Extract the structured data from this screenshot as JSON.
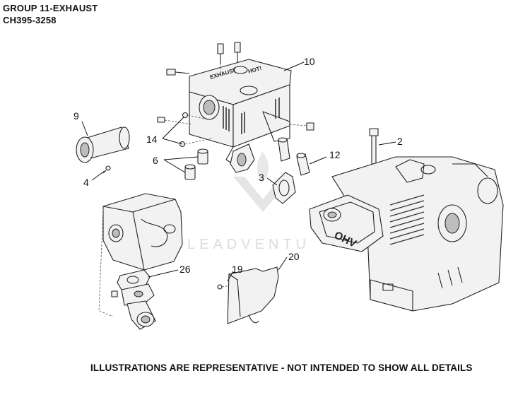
{
  "header": {
    "group_title": "GROUP 11-EXHAUST",
    "model": "CH395-3258"
  },
  "footer": {
    "disclaimer": "ILLUSTRATIONS ARE REPRESENTATIVE - NOT INTENDED TO SHOW ALL DETAILS"
  },
  "watermark": {
    "text": "LEADVENTU"
  },
  "callouts": {
    "c10": "10",
    "c9": "9",
    "c14": "14",
    "c6": "6",
    "c4": "4",
    "c2": "2",
    "c12": "12",
    "c3": "3",
    "c20": "20",
    "c19": "19",
    "c26": "26"
  },
  "part_markings": {
    "heat_shield_left": "EXHAUST",
    "heat_shield_right": "HOT!",
    "engine_valve_cover": "OHV"
  }
}
